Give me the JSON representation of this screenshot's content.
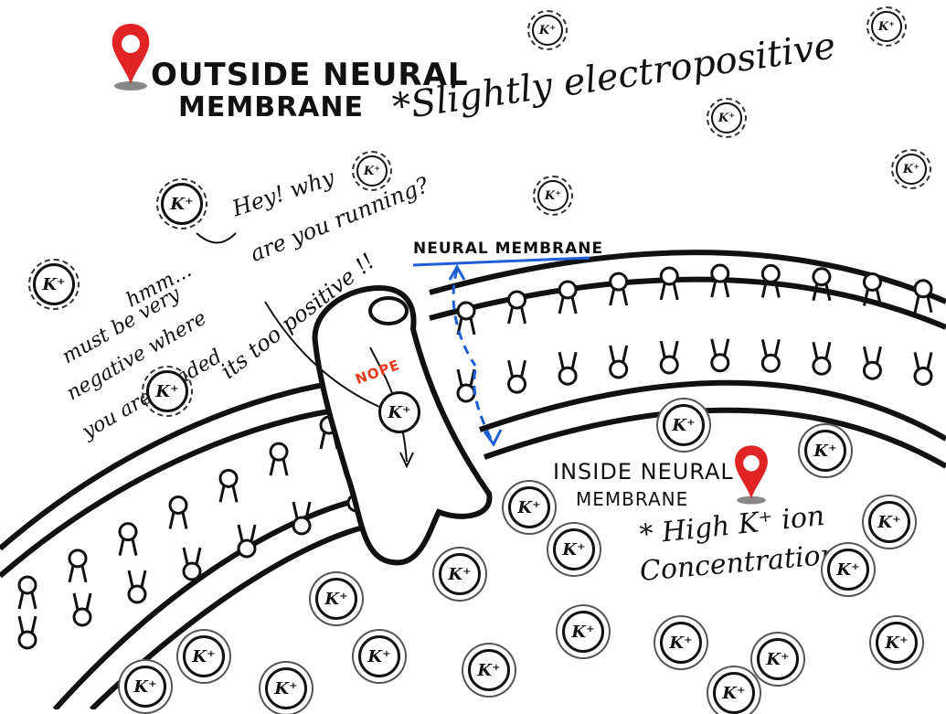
{
  "labels": {
    "outside_line1": "OUTSIDE NEURAL",
    "outside_line2": "MEMBRANE",
    "outside_note": "*Slightly electropositive",
    "inside_line1": "INSIDE NEURAL",
    "inside_line2": "MEMBRANE",
    "inside_note_line1": "* High K⁺ ion",
    "inside_note_line2": "Concentration",
    "membrane_label": "NEURAL MEMBRANE",
    "speech_question_line1": "Hey! why",
    "speech_question_line2": "are you running?",
    "speech_reply_line1": "hmm...",
    "speech_reply_line2": "must be very",
    "speech_reply_line3": "negative where",
    "speech_reply_line4": "you are headed",
    "speech_reply2": "its too positive !!",
    "nope": "NOPE",
    "channel_ion": "K⁺",
    "ion_symbol": "K⁺"
  },
  "colors": {
    "pin_red": "#e02424",
    "membrane_arrow_blue": "#1f5fd6",
    "nope_red": "#e8391a",
    "ink": "#111111"
  },
  "icons": [
    "map-pin-icon",
    "map-pin-icon"
  ]
}
